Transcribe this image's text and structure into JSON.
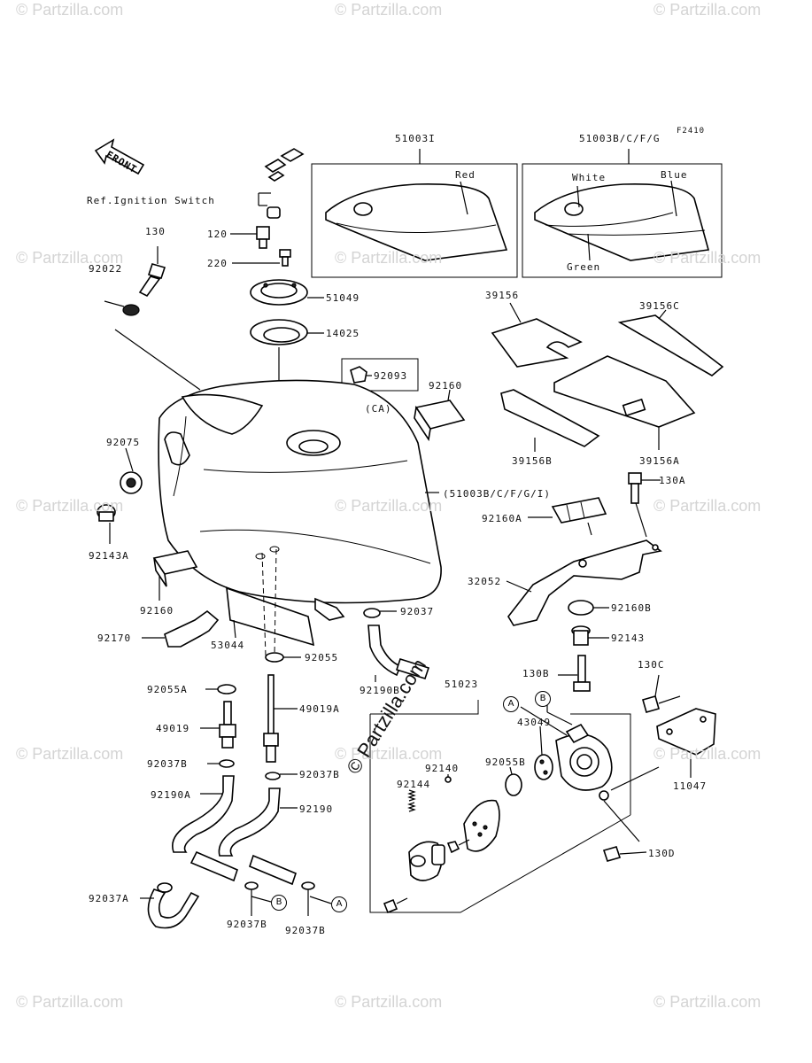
{
  "diagram": {
    "figure_code": "F2410",
    "front_label": "FRONT",
    "ref_note": "Ref.Ignition Switch",
    "watermark": "© Partzilla.com",
    "watermark_center": "© Partzilla.com",
    "colors": {
      "ink": "#000000",
      "paper": "#ffffff",
      "watermark": "#d4d4d4"
    },
    "decals": {
      "left": {
        "part": "51003I",
        "colors": [
          "Red"
        ]
      },
      "right": {
        "part": "51003B/C/F/G",
        "colors": [
          "White",
          "Blue",
          "Green"
        ]
      }
    },
    "callouts": {
      "p130": "130",
      "p92022": "92022",
      "p120": "120",
      "p220": "220",
      "p51049": "51049",
      "p14025": "14025",
      "p92093": "92093",
      "pCA": "(CA)",
      "p92160top": "92160",
      "p39156": "39156",
      "p39156C": "39156C",
      "p39156B": "39156B",
      "p39156A": "39156A",
      "p92075": "92075",
      "p51003": "(51003B/C/F/G/I)",
      "p130A": "130A",
      "p92160A": "92160A",
      "p92143A": "92143A",
      "p32052": "32052",
      "p92160": "92160",
      "p92160B": "92160B",
      "p92037": "92037",
      "p92143": "92143",
      "p53044": "53044",
      "p92170": "92170",
      "p92055": "92055",
      "p130B": "130B",
      "p130C": "130C",
      "p92190B": "92190B",
      "p51023": "51023",
      "p92055A": "92055A",
      "p49019A": "49019A",
      "p49019": "49019",
      "p43049": "43049",
      "p92140": "92140",
      "p92055B": "92055B",
      "p11047": "11047",
      "p92037Bu": "92037B",
      "p92037Bm": "92037B",
      "p92144": "92144",
      "p92190A": "92190A",
      "p92190": "92190",
      "p130D": "130D",
      "p92037A": "92037A",
      "p92037Bl": "92037B",
      "p92037Br": "92037B"
    },
    "refs": {
      "A": "A",
      "B": "B"
    }
  }
}
